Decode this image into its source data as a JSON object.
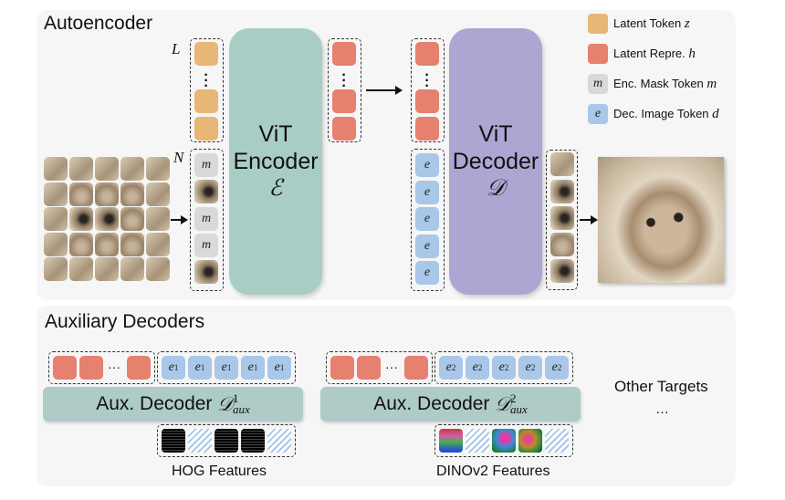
{
  "autoencoder": {
    "title": "Autoencoder",
    "labels": {
      "L": "L",
      "N": "N"
    },
    "encoder": {
      "line1": "ViT",
      "line2": "Encoder",
      "symbol": "ℰ"
    },
    "decoder": {
      "line1": "ViT",
      "line2": "Decoder",
      "symbol": "𝒟"
    },
    "mask_token_symbol": "m",
    "image_token_symbol": "e",
    "input_image": "masked cat image patches (5x5 grid)",
    "output_image": "reconstructed cat image"
  },
  "legend": [
    {
      "label": "Latent Token ",
      "math": "z",
      "color": "#e8b676",
      "symbol": ""
    },
    {
      "label": "Latent Repre. ",
      "math": "h",
      "color": "#e6806f",
      "symbol": ""
    },
    {
      "label": "Enc. Mask Token ",
      "math": "m",
      "color": "#d9d9d9",
      "symbol": "m"
    },
    {
      "label": "Dec. Image Token ",
      "math": "d",
      "color": "#a9c7e8",
      "symbol": "e"
    }
  ],
  "auxiliary": {
    "title": "Auxiliary Decoders",
    "decoders": [
      {
        "label": "Aux. Decoder ",
        "symbol": "𝒟",
        "sup": "1",
        "sub": "aux",
        "token": "e",
        "token_sup": "1",
        "caption": "HOG Features"
      },
      {
        "label": "Aux. Decoder ",
        "symbol": "𝒟",
        "sup": "2",
        "sub": "aux",
        "token": "e",
        "token_sup": "2",
        "caption": "DINOv2 Features"
      }
    ],
    "other": {
      "label": "Other Targets",
      "dots": "…"
    },
    "ellipsis": "···"
  }
}
